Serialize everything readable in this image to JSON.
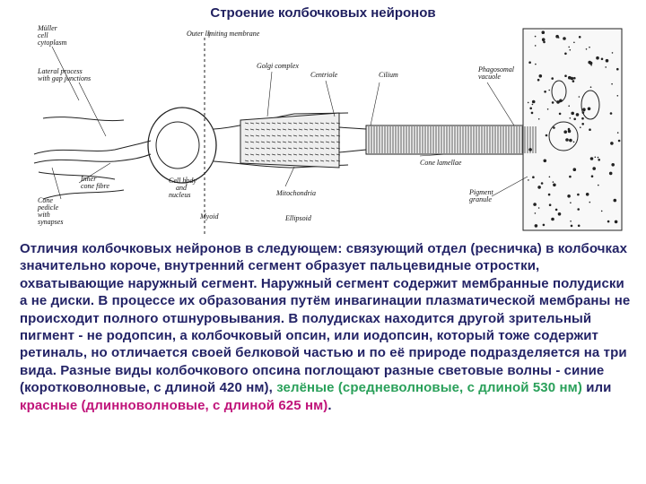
{
  "title": "Строение колбочковых нейронов",
  "figure": {
    "labels": {
      "muller": "Müller",
      "cell": "cell",
      "cytoplasm": "cytoplasm",
      "outer_limiting_membrane": "Outer limiting membrane",
      "golgi_complex": "Golgi complex",
      "centriole": "Centriole",
      "cilium": "Cilium",
      "phagosomal": "Phagosomal",
      "vacuole": "vacuole",
      "lateral_process": "Lateral process",
      "with_gap_junctions": "with gap junctions",
      "cone_lamellae": "Cone lamellae",
      "inner": "Inner",
      "cone_fibre": "cone fibre",
      "cell_body": "Cell body",
      "and": "and",
      "nucleus": "nucleus",
      "mitochondria": "Mitochondria",
      "pigment": "Pigment",
      "granule": "granule",
      "cone": "Cone",
      "pedicle": "pedicle",
      "with": "with",
      "synapses": "synapses",
      "myoid": "Myoid",
      "ellipsoid": "Ellipsoid"
    }
  },
  "body": {
    "p1": "Отличия колбочковых нейронов в следующем: связующий отдел (ресничка) в колбочках значительно короче, внутренний сегмент образует пальцевидные отростки, охватывающие наружный сегмент. Наружный сегмент содержит мембранные полудиски а не диски. В процессе их образования путём инвагинации плазматической мембраны не происходит полного отшнуровывания. В полудисках находится другой зрительный пигмент - не родопсин, а колбочковый опсин,  или иодопсин, который   тоже содержит ретиналь, но отличается своей белковой частью и по её природе подразделяется на три вида. Разные виды колбочкового опсина поглощают разные световые волны -  синие (коротковолновые, с длиной 420 нм), ",
    "green": "зелёные (средневолновые, с длиной 530 нм)",
    "p2": " или ",
    "red": "красные (длинноволновые, с длиной 625 нм)",
    "p3": "."
  },
  "colors": {
    "text": "#232366",
    "green": "#2aa05a",
    "red": "#c0147a"
  }
}
